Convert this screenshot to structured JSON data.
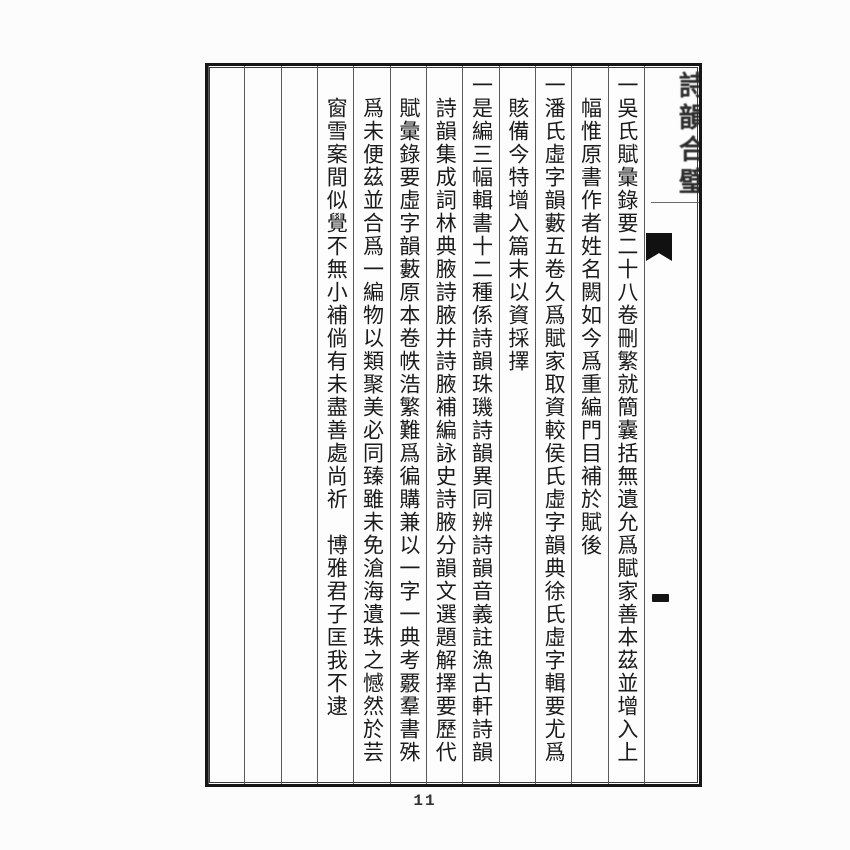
{
  "book": {
    "title_vertical": "詩韻合璧",
    "volume_marker": "一",
    "page_number": "11"
  },
  "columns": [
    {
      "text": "一吳氏賦彙錄要二十八卷刪繁就簡囊括無遺允爲賦家善本茲並增入上",
      "indent": false
    },
    {
      "text": "幅惟原書作者姓名闕如今爲重編門目補於賦後",
      "indent": true
    },
    {
      "text": "一潘氏虛字韻藪五卷久爲賦家取資較侯氏虛字韻典徐氏虛字輯要尤爲",
      "indent": false
    },
    {
      "text": "賅備今特增入篇末以資採擇",
      "indent": true
    },
    {
      "text": "一是編三幅輯書十二種係詩韻珠璣詩韻異同辨詩韻音義註漁古軒詩韻",
      "indent": false
    },
    {
      "text": "詩韻集成詞林典腋詩腋并詩腋補編詠史詩腋分韻文選題解擇要歷代",
      "indent": true
    },
    {
      "text": "賦彙錄要虛字韻藪原本卷帙浩繁難爲徧購兼以一字一典考覈羣書殊",
      "indent": true
    },
    {
      "text": "爲未便茲並合爲一編物以類聚美必同臻雖未免滄海遺珠之憾然於芸",
      "indent": true
    },
    {
      "text": "窗雪案間似覺不無小補倘有未盡善處尚祈　博雅君子匡我不逮",
      "indent": true
    },
    {
      "text": "",
      "indent": false
    },
    {
      "text": "",
      "indent": false
    },
    {
      "text": "",
      "indent": false
    }
  ],
  "colors": {
    "ink": "#1b1b1b",
    "paper": "#fcfcfc",
    "column_rule": "#5a5a5a",
    "fishtail": "#111111"
  }
}
